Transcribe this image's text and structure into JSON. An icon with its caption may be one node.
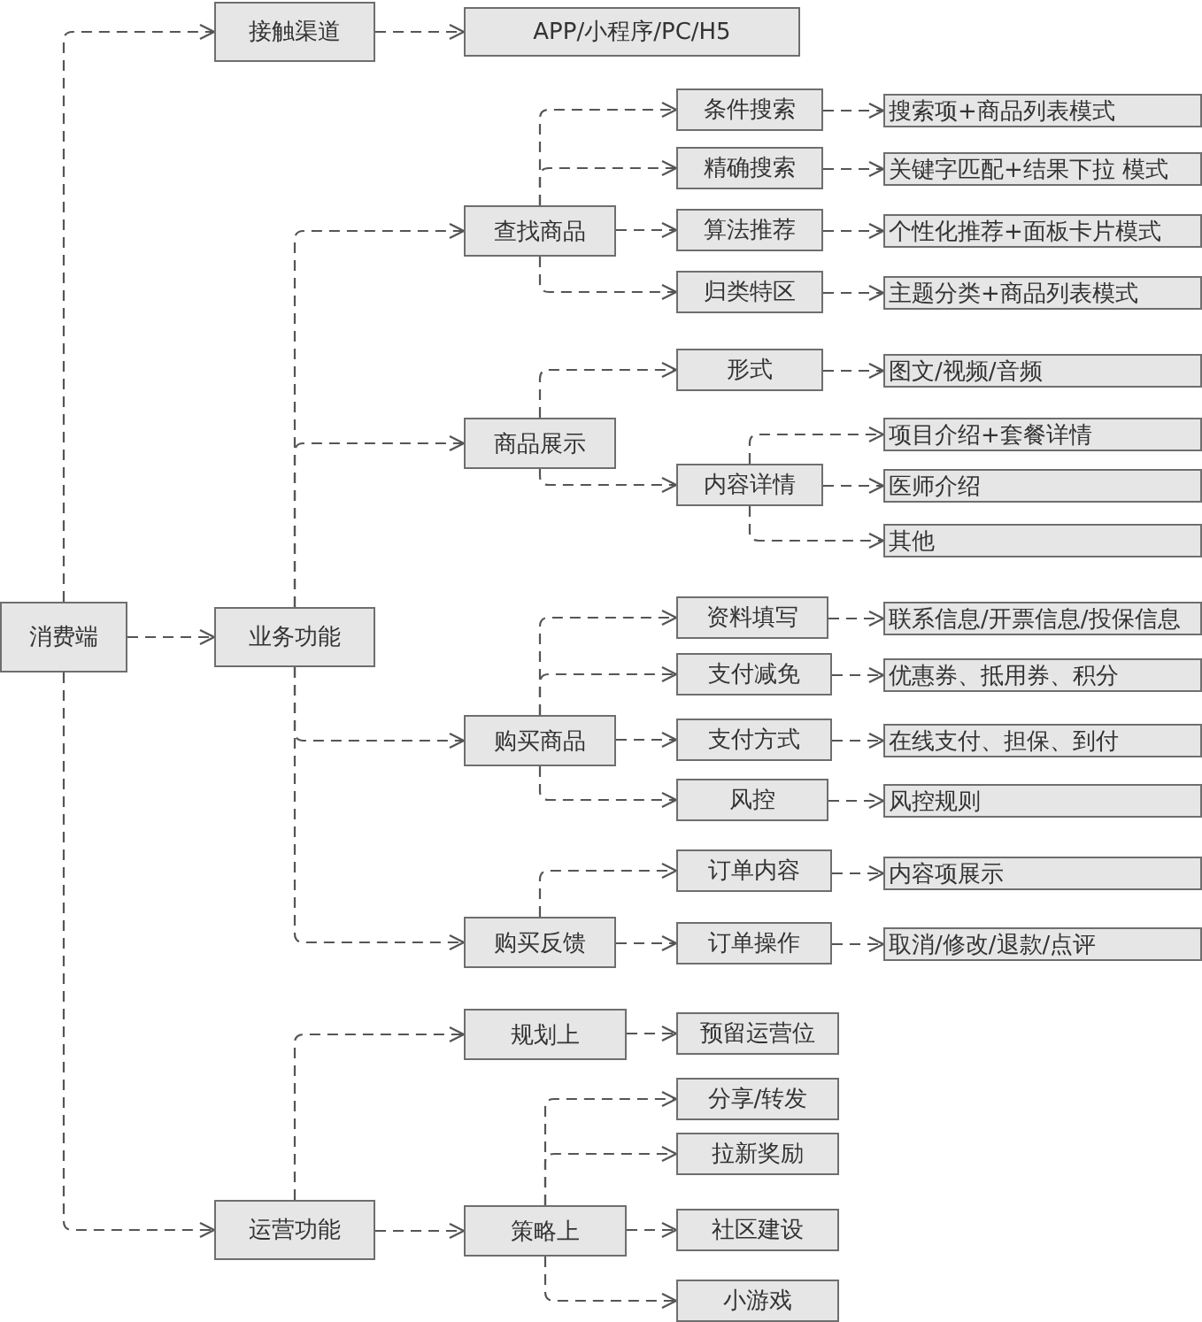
{
  "diagram": {
    "nodes": [
      {
        "text": [
          "消费端"
        ]
      },
      {
        "text": [
          "接触渠道"
        ]
      },
      {
        "text": [
          "APP/小程序/PC/H5"
        ]
      },
      {
        "text": [
          "业务功能"
        ]
      },
      {
        "text": [
          "查找商品"
        ]
      },
      {
        "text": [
          "条件搜索"
        ]
      },
      {
        "text": [
          "搜索项+商品列表模式"
        ]
      },
      {
        "text": [
          "精确搜索"
        ]
      },
      {
        "text": [
          "关键字匹配+结果下拉 模式"
        ]
      },
      {
        "text": [
          "算法推荐"
        ]
      },
      {
        "text": [
          "个性化推荐+面板卡片模式"
        ]
      },
      {
        "text": [
          "归类特区"
        ]
      },
      {
        "text": [
          "主题分类+商品列表模式"
        ]
      },
      {
        "text": [
          "形式"
        ]
      },
      {
        "text": [
          "图文/视频/音频"
        ]
      },
      {
        "text": [
          "商品展示"
        ]
      },
      {
        "text": [
          "内容详情"
        ]
      },
      {
        "text": [
          "项目介绍+套餐详情"
        ]
      },
      {
        "text": [
          "医师介绍"
        ]
      },
      {
        "text": [
          "其他"
        ]
      },
      {
        "text": [
          "购买商品"
        ]
      },
      {
        "text": [
          "资料填写"
        ]
      },
      {
        "text": [
          "联系信息/开票信息/投保信息"
        ]
      },
      {
        "text": [
          "支付减免"
        ]
      },
      {
        "text": [
          "优惠券、抵用券、积分"
        ]
      },
      {
        "text": [
          "支付方式"
        ]
      },
      {
        "text": [
          "在线支付、担保、到付"
        ]
      },
      {
        "text": [
          "风控"
        ]
      },
      {
        "text": [
          "风控规则"
        ]
      },
      {
        "text": [
          "购买反馈"
        ]
      },
      {
        "text": [
          "订单内容"
        ]
      },
      {
        "text": [
          "内容项展示"
        ]
      },
      {
        "text": [
          "订单操作"
        ]
      },
      {
        "text": [
          "取消/修改/退款/点评"
        ]
      },
      {
        "text": [
          "运营功能"
        ]
      },
      {
        "text": [
          "规划上"
        ]
      },
      {
        "text": [
          "预留运营位"
        ]
      },
      {
        "text": [
          "策略上"
        ]
      },
      {
        "text": [
          "分享/转发"
        ]
      },
      {
        "text": [
          "拉新奖励"
        ]
      },
      {
        "text": [
          "社区建设"
        ]
      },
      {
        "text": [
          "小游戏"
        ]
      }
    ],
    "edges": [
      {
        "from": 0,
        "to": 1,
        "arrow": "to"
      },
      {
        "from": 1,
        "to": 2,
        "arrow": "to"
      },
      {
        "from": 0,
        "to": 3,
        "arrow": "to"
      },
      {
        "from": 3,
        "to": 4,
        "arrow": "to"
      },
      {
        "from": 4,
        "to": 5,
        "arrow": "to"
      },
      {
        "from": 5,
        "to": 6,
        "arrow": "to"
      },
      {
        "from": 4,
        "to": 7,
        "arrow": "to"
      },
      {
        "from": 7,
        "to": 8,
        "arrow": "to"
      },
      {
        "from": 4,
        "to": 9,
        "arrow": "to"
      },
      {
        "from": 9,
        "to": 10,
        "arrow": "to"
      },
      {
        "from": 4,
        "to": 11,
        "arrow": "to"
      },
      {
        "from": 11,
        "to": 12,
        "arrow": "to"
      },
      {
        "from": 3,
        "to": 15,
        "arrow": "to"
      },
      {
        "from": 15,
        "to": 13,
        "arrow": "to"
      },
      {
        "from": 13,
        "to": 14,
        "arrow": "to"
      },
      {
        "from": 15,
        "to": 16,
        "arrow": "to"
      },
      {
        "from": 16,
        "to": 17,
        "arrow": "to"
      },
      {
        "from": 16,
        "to": 18,
        "arrow": "to"
      },
      {
        "from": 16,
        "to": 19,
        "arrow": "to"
      },
      {
        "from": 3,
        "to": 20,
        "arrow": "to"
      },
      {
        "from": 20,
        "to": 21,
        "arrow": "to"
      },
      {
        "from": 21,
        "to": 22,
        "arrow": "to"
      },
      {
        "from": 20,
        "to": 23,
        "arrow": "to"
      },
      {
        "from": 23,
        "to": 24,
        "arrow": "to"
      },
      {
        "from": 20,
        "to": 25,
        "arrow": "to"
      },
      {
        "from": 25,
        "to": 26,
        "arrow": "to"
      },
      {
        "from": 20,
        "to": 27,
        "arrow": "to"
      },
      {
        "from": 27,
        "to": 28,
        "arrow": "to"
      },
      {
        "from": 3,
        "to": 29,
        "arrow": "to"
      },
      {
        "from": 29,
        "to": 30,
        "arrow": "to"
      },
      {
        "from": 30,
        "to": 31,
        "arrow": "to"
      },
      {
        "from": 29,
        "to": 32,
        "arrow": "to"
      },
      {
        "from": 32,
        "to": 33,
        "arrow": "to"
      },
      {
        "from": 0,
        "to": 34,
        "arrow": "to"
      },
      {
        "from": 34,
        "to": 35,
        "arrow": "to"
      },
      {
        "from": 35,
        "to": 36,
        "arrow": "to"
      },
      {
        "from": 34,
        "to": 37,
        "arrow": "to"
      },
      {
        "from": 37,
        "to": 38,
        "arrow": "to"
      },
      {
        "from": 37,
        "to": 39,
        "arrow": "to"
      },
      {
        "from": 37,
        "to": 40,
        "arrow": "to"
      },
      {
        "from": 37,
        "to": 41,
        "arrow": "to"
      }
    ]
  }
}
